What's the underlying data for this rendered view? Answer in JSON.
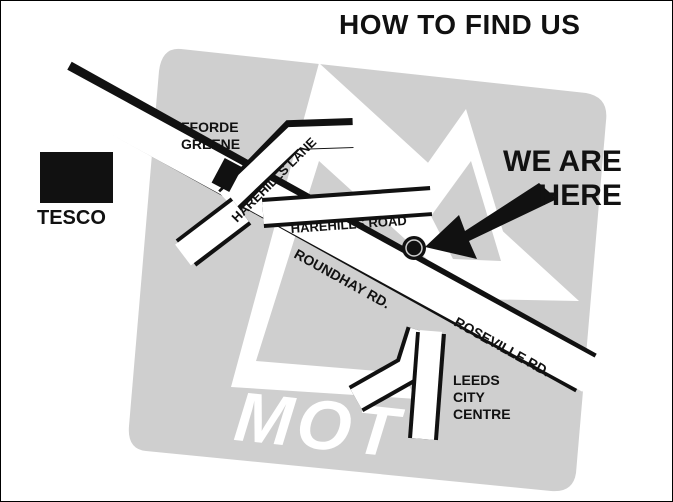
{
  "title": "HOW TO FIND US",
  "places": {
    "tesco": "TESCO",
    "fforde_greene": "FFORDE\nGREENE",
    "leeds_city_centre": "LEEDS\nCITY\nCENTRE",
    "we_are_here": "WE ARE\nHERE"
  },
  "roads": {
    "harehills_lane": "HAREHILLS LANE",
    "harehills_road": "HAREHILLS ROAD",
    "roundhay_rd": "ROUNDHAY RD.",
    "roseville_rd": "ROSEVILLE RD."
  },
  "logo_text": "MOT",
  "colors": {
    "logo_gray": "#cfcfcf",
    "road_outline": "#111111",
    "road_fill": "#ffffff",
    "marker": "#111111"
  },
  "icons": {
    "location_marker": "circle-dot",
    "pointer": "arrow"
  }
}
